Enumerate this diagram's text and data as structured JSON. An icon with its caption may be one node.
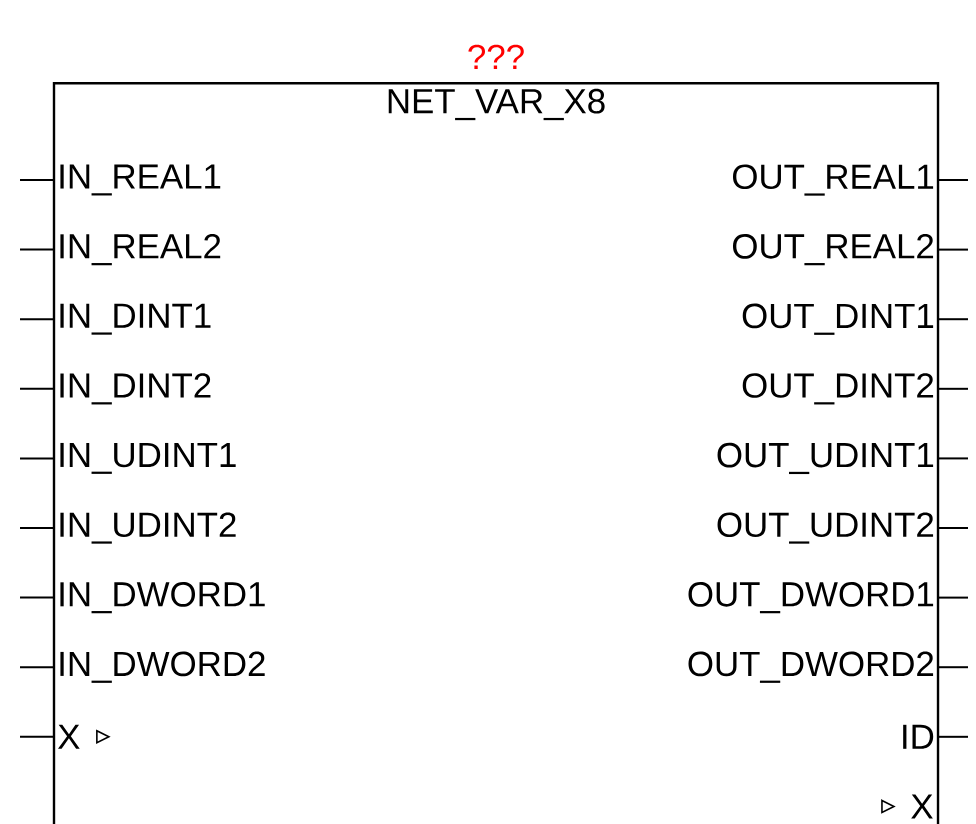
{
  "diagram": {
    "nodes": [
      {
        "text": [
          "NET_VAR_X8"
        ],
        "beside": [
          "???"
        ]
      },
      {
        "text": [
          "IN_REAL1"
        ],
        "in": 0
      },
      {
        "text": [
          "IN_REAL2"
        ],
        "in": 0
      },
      {
        "text": [
          "IN_DINT1"
        ],
        "in": 0
      },
      {
        "text": [
          "IN_DINT2"
        ],
        "in": 0
      },
      {
        "text": [
          "IN_UDINT1"
        ],
        "in": 0
      },
      {
        "text": [
          "IN_UDINT2"
        ],
        "in": 0
      },
      {
        "text": [
          "IN_DWORD1"
        ],
        "in": 0
      },
      {
        "text": [
          "IN_DWORD2"
        ],
        "in": 0
      },
      {
        "text": [
          "X"
        ],
        "in": 0
      },
      {
        "text": [
          "OUT_REAL1"
        ],
        "in": 0
      },
      {
        "text": [
          "OUT_REAL2"
        ],
        "in": 0
      },
      {
        "text": [
          "OUT_DINT1"
        ],
        "in": 0
      },
      {
        "text": [
          "OUT_DINT2"
        ],
        "in": 0
      },
      {
        "text": [
          "OUT_UDINT1"
        ],
        "in": 0
      },
      {
        "text": [
          "OUT_UDINT2"
        ],
        "in": 0
      },
      {
        "text": [
          "OUT_DWORD1"
        ],
        "in": 0
      },
      {
        "text": [
          "OUT_DWORD2"
        ],
        "in": 0
      },
      {
        "text": [
          "ID"
        ],
        "in": 0
      }
    ],
    "edges": [
      {
        "from": null,
        "to": 1,
        "arrow": "none"
      },
      {
        "from": null,
        "to": 2,
        "arrow": "none"
      },
      {
        "from": null,
        "to": 3,
        "arrow": "none"
      },
      {
        "from": null,
        "to": 4,
        "arrow": "none"
      },
      {
        "from": null,
        "to": 5,
        "arrow": "none"
      },
      {
        "from": null,
        "to": 6,
        "arrow": "none"
      },
      {
        "from": null,
        "to": 7,
        "arrow": "none"
      },
      {
        "from": null,
        "to": 8,
        "arrow": "none"
      },
      {
        "from": null,
        "to": 9,
        "arrow": "none"
      },
      {
        "from": 10,
        "to": null,
        "arrow": "none"
      },
      {
        "from": 11,
        "to": null,
        "arrow": "none"
      },
      {
        "from": 12,
        "to": null,
        "arrow": "none"
      },
      {
        "from": 13,
        "to": null,
        "arrow": "none"
      },
      {
        "from": 14,
        "to": null,
        "arrow": "none"
      },
      {
        "from": 15,
        "to": null,
        "arrow": "none"
      },
      {
        "from": 16,
        "to": null,
        "arrow": "none"
      },
      {
        "from": 17,
        "to": null,
        "arrow": "none"
      },
      {
        "from": 18,
        "to": null,
        "arrow": "none"
      }
    ],
    "labels": [
      "X"
    ]
  }
}
